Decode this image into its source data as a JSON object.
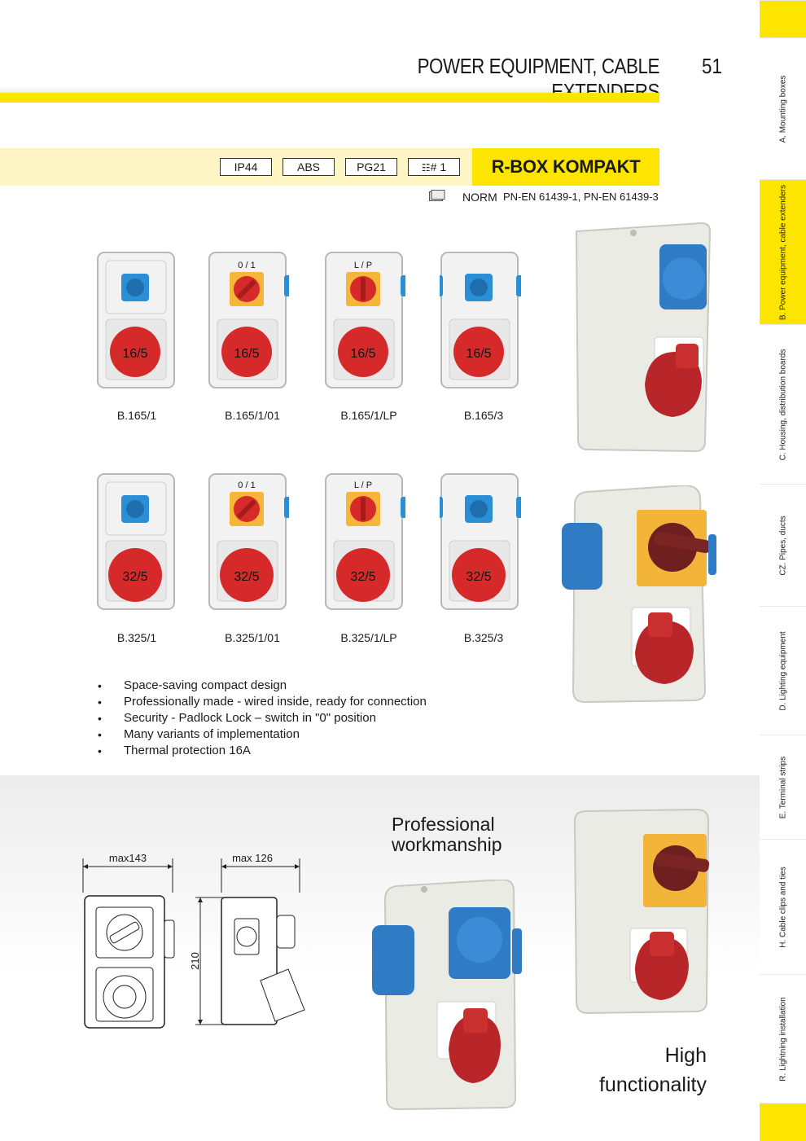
{
  "header": {
    "title": "POWER EQUIPMENT, CABLE EXTENDERS",
    "page_number": "51"
  },
  "side_tabs": [
    {
      "label": "A. Mounting boxes",
      "active": false
    },
    {
      "label": "B. Power equipment, cable extenders",
      "active": true
    },
    {
      "label": "C. Housing, distribution boards",
      "active": false
    },
    {
      "label": "CZ. Pipes, ducts",
      "active": false
    },
    {
      "label": "D. Lighting equipment",
      "active": false
    },
    {
      "label": "E. Terminal strips",
      "active": false
    },
    {
      "label": "H. Cable clips and ties",
      "active": false
    },
    {
      "label": "R. Lightning installation",
      "active": false
    }
  ],
  "specs": {
    "ip": "IP44",
    "material": "ABS",
    "gland": "PG21",
    "pack": "# 1",
    "product_name": "R-BOX KOMPAKT"
  },
  "norm": {
    "label": "NORM",
    "value": "PN-EN 61439-1, PN-EN 61439-3"
  },
  "products_row1": {
    "rating": "16/5",
    "items": [
      {
        "code": "B.165/1",
        "switch": ""
      },
      {
        "code": "B.165/1/01",
        "switch": "0 / 1"
      },
      {
        "code": "B.165/1/LP",
        "switch": "L / P"
      },
      {
        "code": "B.165/3",
        "switch": ""
      }
    ]
  },
  "products_row2": {
    "rating": "32/5",
    "items": [
      {
        "code": "B.325/1",
        "switch": ""
      },
      {
        "code": "B.325/1/01",
        "switch": "0 / 1"
      },
      {
        "code": "B.325/1/LP",
        "switch": "L / P"
      },
      {
        "code": "B.325/3",
        "switch": ""
      }
    ]
  },
  "features": [
    "Space-saving compact design",
    "Professionally made - wired inside, ready for connection",
    "Security - Padlock Lock – switch in \"0\" position",
    "Many variants of implementation",
    "Thermal protection 16A"
  ],
  "dimensions": {
    "width": "max143",
    "depth": "max 126",
    "height": "210"
  },
  "captions": {
    "professional_line1": "Professional",
    "professional_line2": "workmanship",
    "high_line1": "High",
    "high_line2": "functionality"
  },
  "colors": {
    "accent_yellow": "#fde500",
    "band_yellow": "#fdf6c4",
    "socket_red": "#d62a2a",
    "socket_blue": "#2a8fd6",
    "switch_orange": "#f5b63a"
  }
}
